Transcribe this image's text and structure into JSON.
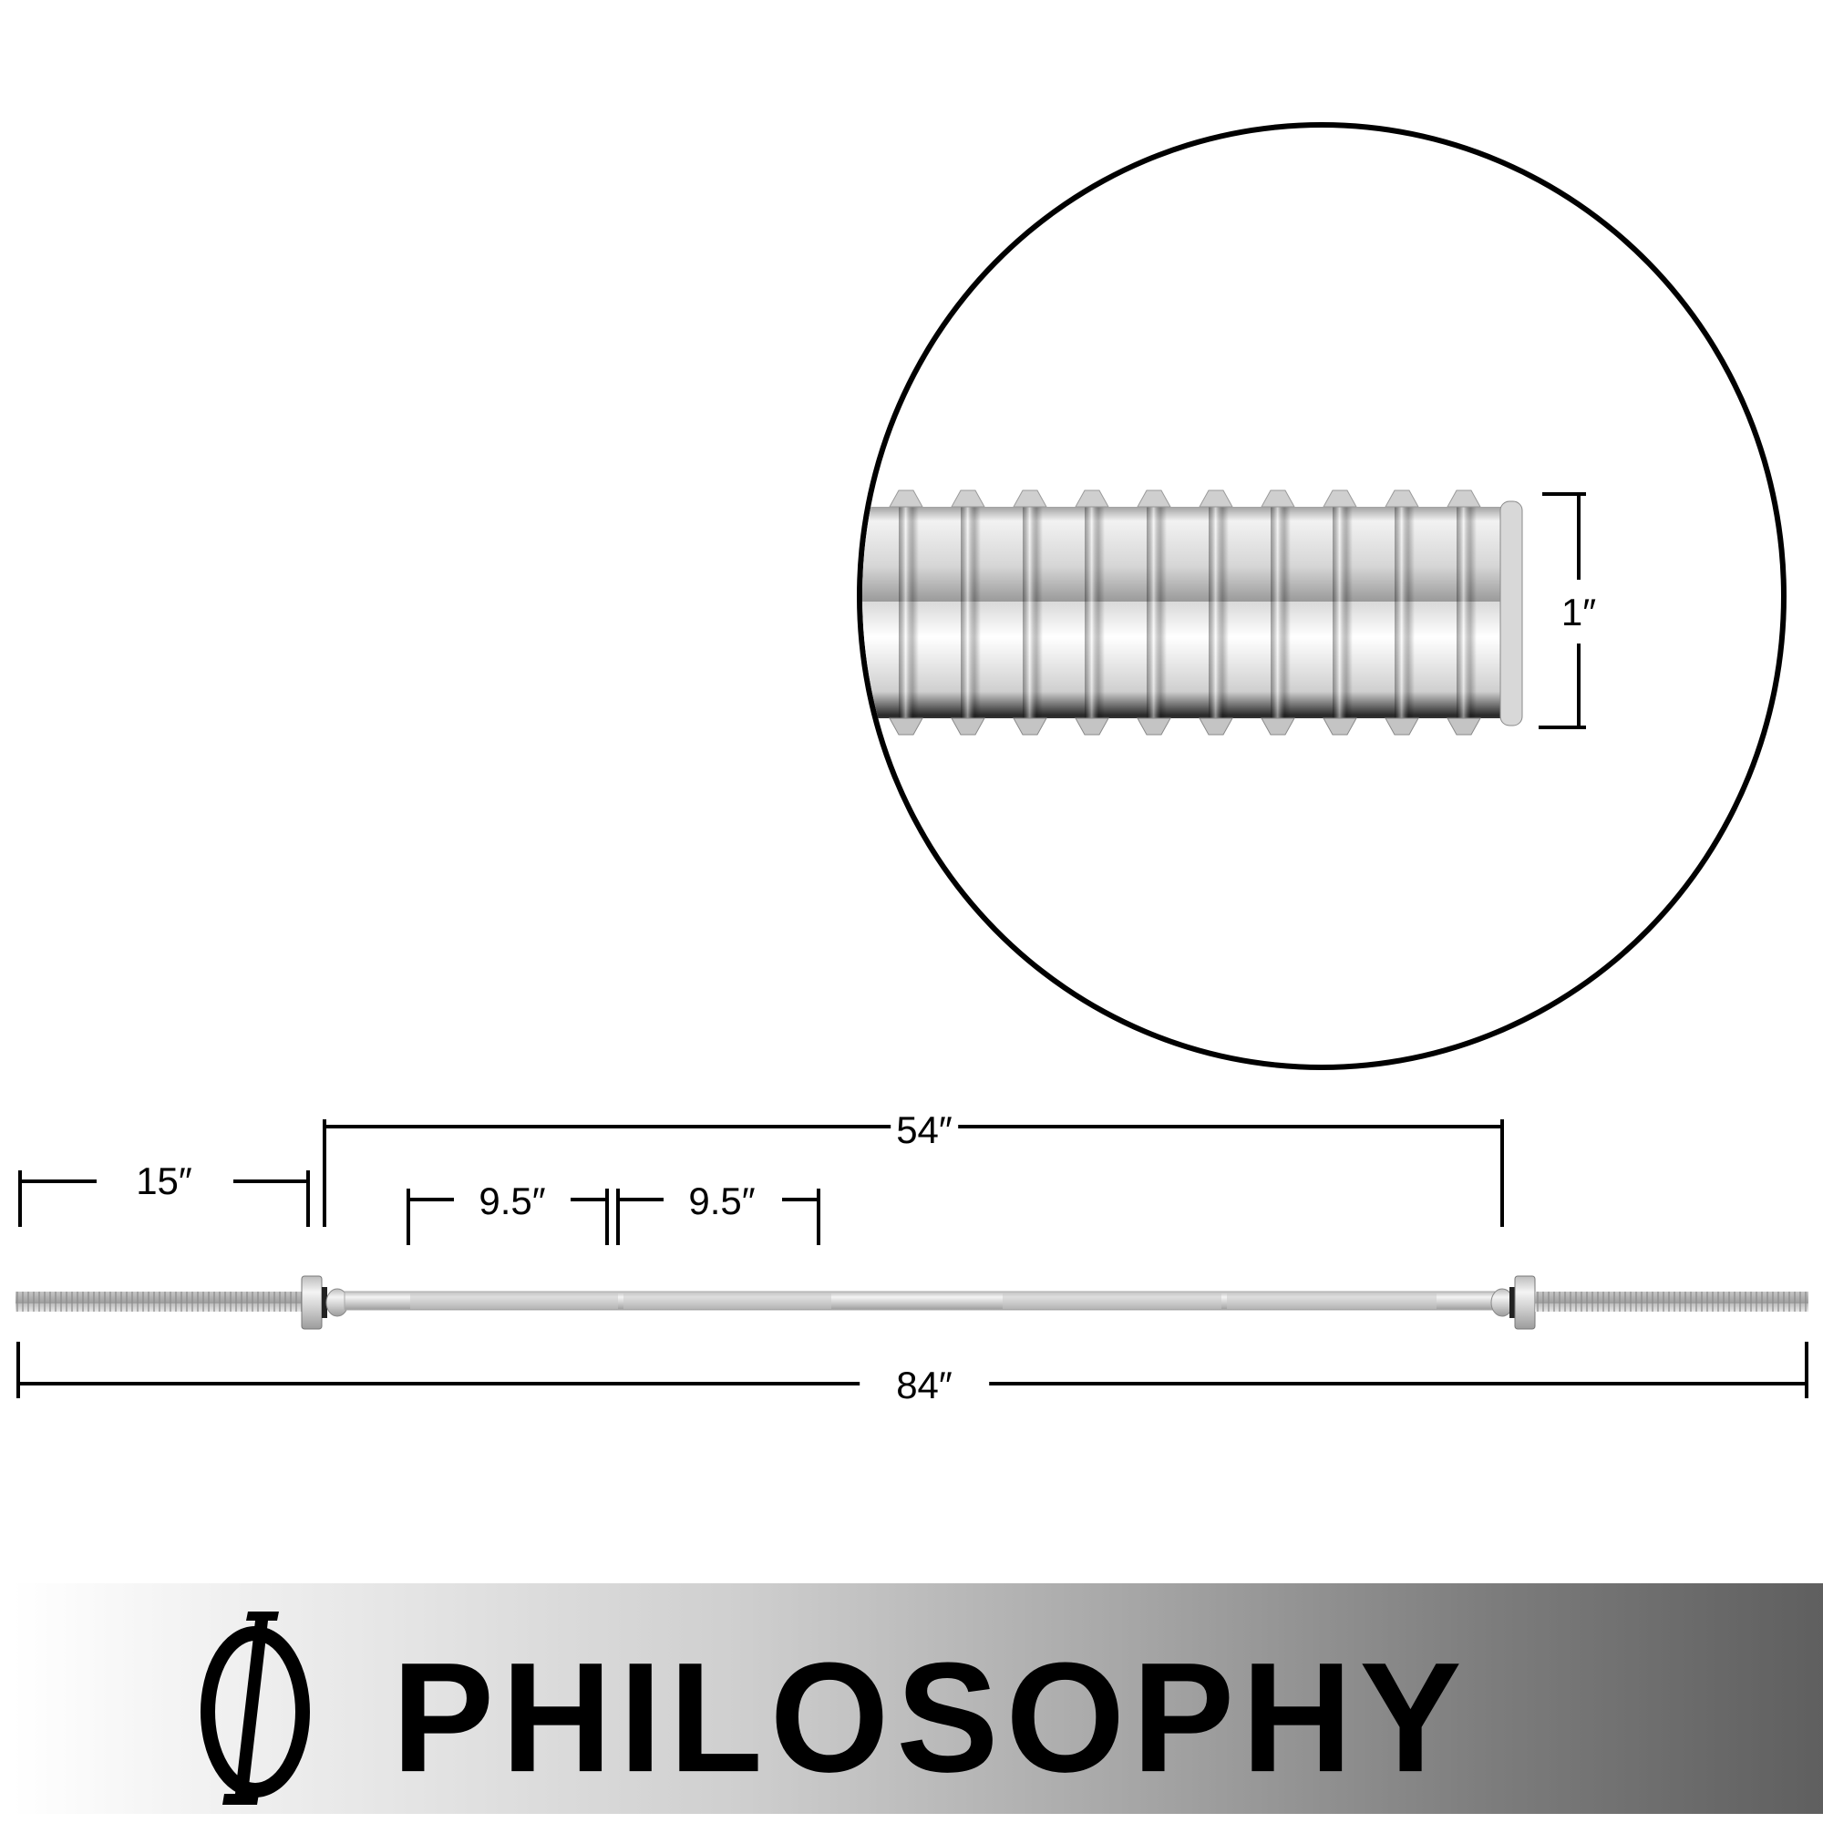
{
  "product": {
    "type": "threaded barbell",
    "views": [
      "full bar with dimensions",
      "zoomed thread detail"
    ]
  },
  "zoom_detail": {
    "subject": "threaded sleeve close-up",
    "dimension_label": "1″",
    "dimension_meaning": "sleeve diameter"
  },
  "dimensions": {
    "overall_length": "84″",
    "inner_length": "54″",
    "sleeve_length": "15″",
    "grip_segment_left": "9.5″",
    "grip_segment_right": "9.5″"
  },
  "brand": {
    "logo_glyph": "Φ",
    "name": "PHILOSOPHY"
  },
  "colors": {
    "background": "#ffffff",
    "line": "#000000",
    "chrome_light": "#e6e6e6",
    "chrome_dark": "#6a6a6a",
    "band_start": "#ffffff",
    "band_end": "#5f5f5f"
  }
}
